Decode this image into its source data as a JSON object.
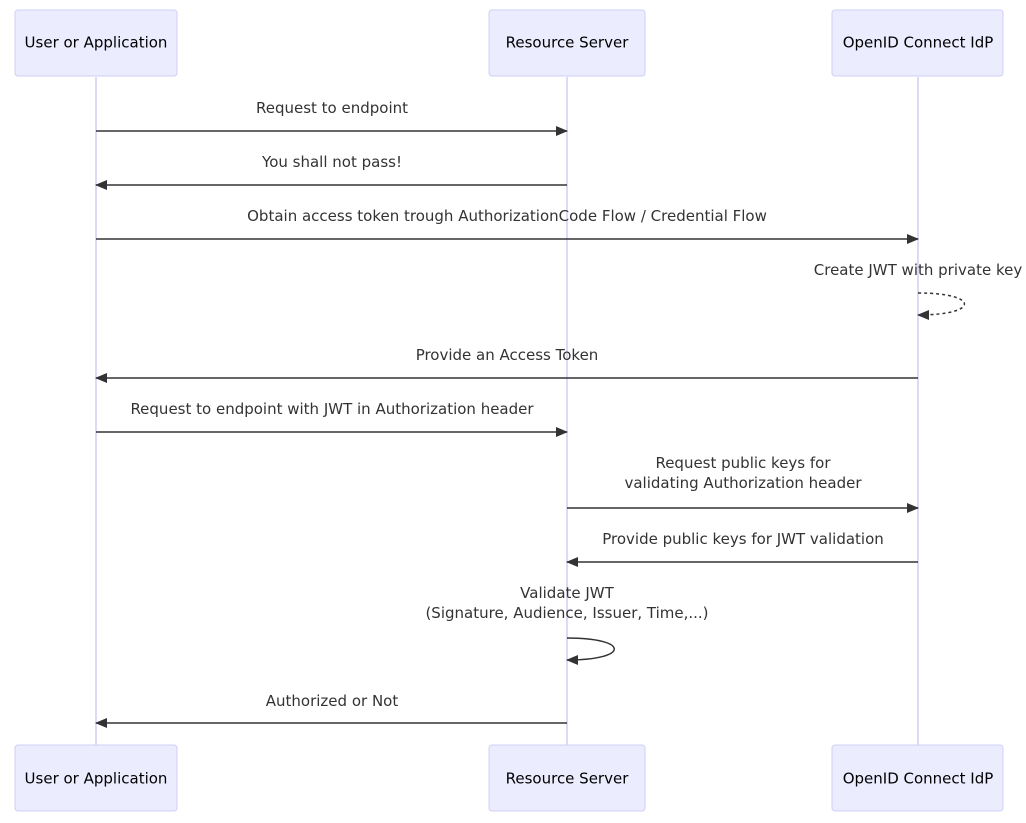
{
  "participants": [
    {
      "id": "user",
      "label": "User or Application"
    },
    {
      "id": "rs",
      "label": "Resource Server"
    },
    {
      "id": "idp",
      "label": "OpenID Connect IdP"
    }
  ],
  "messages": [
    {
      "from": "user",
      "to": "rs",
      "lines": [
        "Request to endpoint"
      ],
      "style": "solid"
    },
    {
      "from": "rs",
      "to": "user",
      "lines": [
        "You shall not pass!"
      ],
      "style": "solid"
    },
    {
      "from": "user",
      "to": "idp",
      "lines": [
        "Obtain access token trough AuthorizationCode Flow / Credential Flow"
      ],
      "style": "solid"
    },
    {
      "from": "idp",
      "to": "idp",
      "lines": [
        "Create JWT with private key"
      ],
      "style": "dashed"
    },
    {
      "from": "idp",
      "to": "user",
      "lines": [
        "Provide an Access Token"
      ],
      "style": "solid"
    },
    {
      "from": "user",
      "to": "rs",
      "lines": [
        "Request to endpoint with JWT in Authorization header"
      ],
      "style": "solid"
    },
    {
      "from": "rs",
      "to": "idp",
      "lines": [
        "Request public keys for",
        "validating Authorization header"
      ],
      "style": "solid"
    },
    {
      "from": "idp",
      "to": "rs",
      "lines": [
        "Provide public keys for JWT validation"
      ],
      "style": "solid"
    },
    {
      "from": "rs",
      "to": "rs",
      "lines": [
        "Validate JWT",
        "(Signature, Audience, Issuer, Time,...)"
      ],
      "style": "solid"
    },
    {
      "from": "rs",
      "to": "user",
      "lines": [
        "Authorized or Not"
      ],
      "style": "solid"
    }
  ]
}
